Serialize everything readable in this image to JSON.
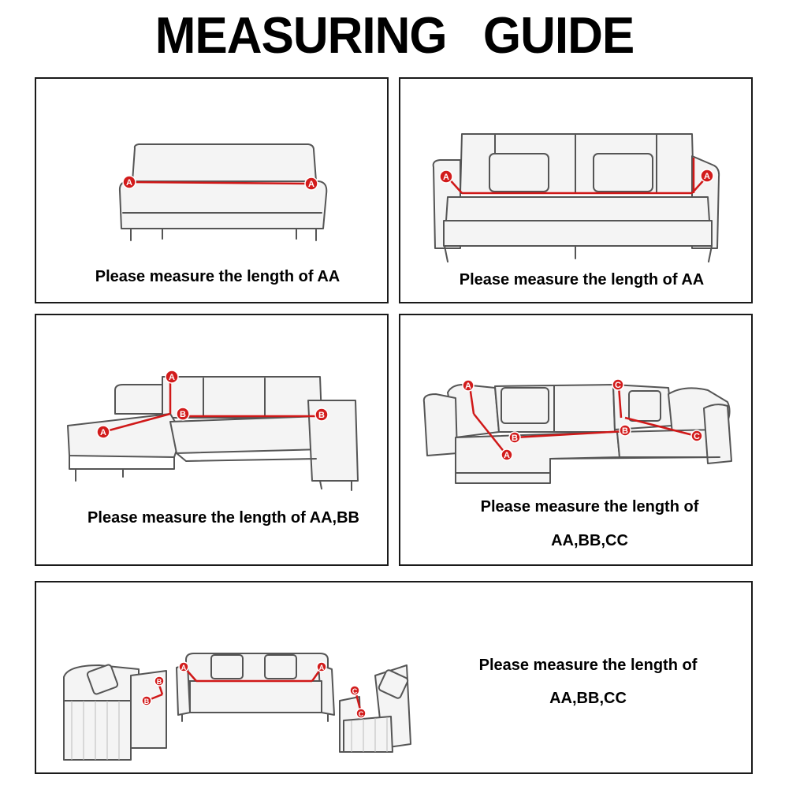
{
  "title": "MEASURING GUIDE",
  "panels": [
    {
      "caption": "Please measure the length of AA"
    },
    {
      "caption": "Please measure the length of AA"
    },
    {
      "caption": "Please measure the length of AA,BB"
    },
    {
      "caption_line1": "Please measure the length of",
      "caption_line2": "AA,BB,CC"
    },
    {
      "caption_line1": "Please measure the length of",
      "caption_line2": "AA,BB,CC"
    }
  ],
  "markers": {
    "a": "A",
    "b": "B",
    "c": "C"
  },
  "colors": {
    "marker": "#d21c1c",
    "line": "#d01818",
    "border": "#1a1a1a"
  }
}
